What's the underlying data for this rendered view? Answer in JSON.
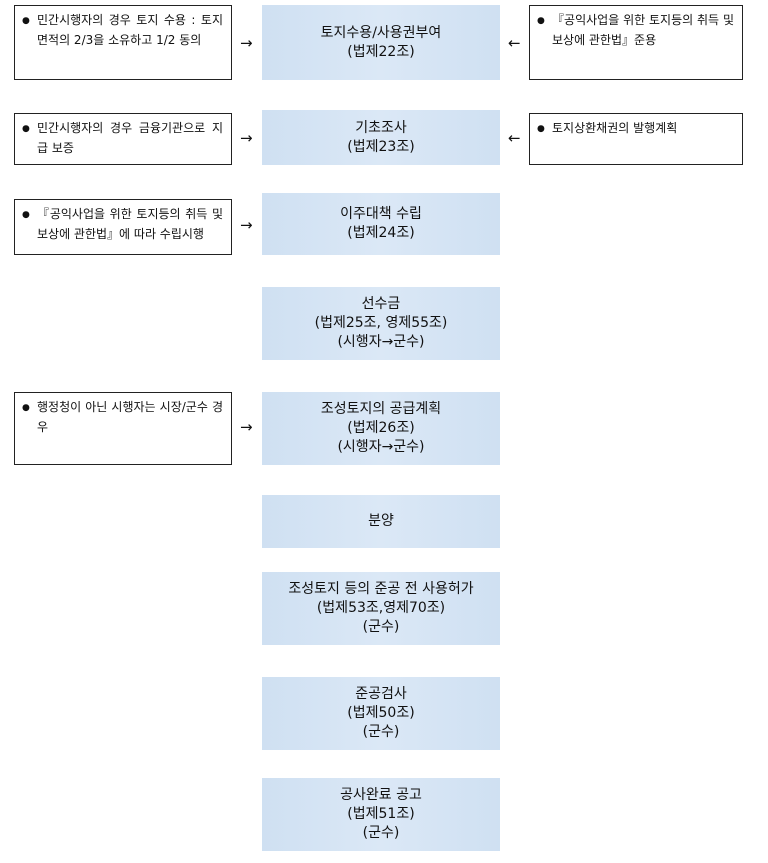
{
  "steps": [
    {
      "title": "토지수용/사용권부여",
      "lines": [
        "(법제22조)"
      ]
    },
    {
      "title": "기초조사",
      "lines": [
        "(법제23조)"
      ]
    },
    {
      "title": "이주대책 수립",
      "lines": [
        "(법제24조)"
      ]
    },
    {
      "title": "선수금",
      "lines": [
        "(법제25조, 영제55조)",
        "(시행자→군수)"
      ]
    },
    {
      "title": "조성토지의 공급계획",
      "lines": [
        "(법제26조)",
        "(시행자→군수)"
      ]
    },
    {
      "title": "분양",
      "lines": []
    },
    {
      "title": "조성토지 등의 준공 전 사용허가",
      "lines": [
        "(법제53조,영제70조)",
        "(군수)"
      ]
    },
    {
      "title": "준공검사",
      "lines": [
        "(법제50조)",
        "(군수)"
      ]
    },
    {
      "title": "공사완료 공고",
      "lines": [
        "(법제51조)",
        "(군수)"
      ]
    }
  ],
  "left_notes": [
    "민간시행자의 경우 토지 수용 : 토지면적의 2/3을 소유하고 1/2 동의",
    "민간시행자의 경우 금융기관으로 지급 보증",
    "『공익사업을 위한 토지등의 취득 및 보상에 관한법』에 따라 수립시행",
    "행정청이 아닌 시행자는 시장/군수 경우"
  ],
  "right_notes": [
    "『공익사업을 위한 토지등의 취득 및 보상에 관한법』준용",
    "토지상환채권의 발행계획"
  ],
  "arrow_right": "→",
  "arrow_left": "←"
}
